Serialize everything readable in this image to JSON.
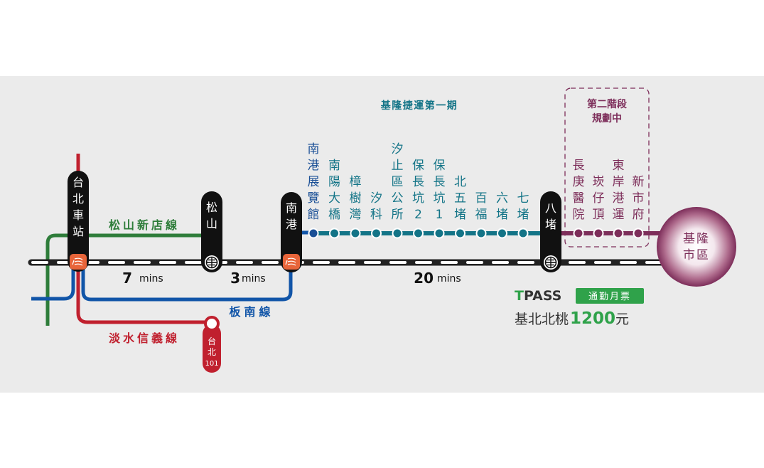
{
  "colors": {
    "green": "#2e7d3a",
    "blue": "#1155a8",
    "red": "#c0202e",
    "teal": "#137487",
    "navy": "#1a4f96",
    "plum": "#7d2e5a",
    "black": "#111111",
    "tpass_green": "#2fa24a",
    "orange": "#e8653a"
  },
  "title_phase1": "基隆捷運第一期",
  "phase2_box": {
    "line1": "第二階段",
    "line2": "規劃中"
  },
  "lines": {
    "songshan_xindian": "松山新店線",
    "bannan": "板南線",
    "tamsui_xinyi": "淡水信義線"
  },
  "hub_stations": [
    {
      "name": "台北車站",
      "chars": [
        "台",
        "北",
        "車",
        "站"
      ],
      "icon": "hsr-icon"
    },
    {
      "name": "松山",
      "chars": [
        "松",
        "山"
      ],
      "icon": "tra-icon"
    },
    {
      "name": "南港",
      "chars": [
        "南",
        "港"
      ],
      "icon": "hsr-icon"
    },
    {
      "name": "八堵",
      "chars": [
        "八",
        "堵"
      ],
      "icon": "tra-icon"
    }
  ],
  "taipei101": {
    "chars": [
      "台",
      "北"
    ],
    "num": "101"
  },
  "travel_times": [
    {
      "num": "7",
      "unit": "mins"
    },
    {
      "num": "3",
      "unit": "mins"
    },
    {
      "num": "20",
      "unit": "mins"
    }
  ],
  "phase1_stations": [
    {
      "chars": [
        "南",
        "港",
        "展",
        "覽",
        "館"
      ]
    },
    {
      "chars": [
        "南",
        "陽",
        "大",
        "橋"
      ]
    },
    {
      "chars": [
        "樟",
        "樹",
        "灣"
      ]
    },
    {
      "chars": [
        "汐",
        "科"
      ]
    },
    {
      "chars": [
        "汐",
        "止",
        "區",
        "公",
        "所"
      ]
    },
    {
      "chars": [
        "保",
        "長",
        "坑",
        "2"
      ]
    },
    {
      "chars": [
        "保",
        "長",
        "坑",
        "1"
      ]
    },
    {
      "chars": [
        "北",
        "五",
        "堵"
      ]
    },
    {
      "chars": [
        "百",
        "福"
      ]
    },
    {
      "chars": [
        "六",
        "堵"
      ]
    },
    {
      "chars": [
        "七",
        "堵"
      ]
    }
  ],
  "phase2_stations": [
    {
      "chars": [
        "長",
        "庚",
        "醫",
        "院"
      ]
    },
    {
      "chars": [
        "崁",
        "仔",
        "頂"
      ]
    },
    {
      "chars": [
        "東",
        "岸",
        "港",
        "運"
      ]
    },
    {
      "chars": [
        "新",
        "市",
        "府"
      ]
    }
  ],
  "terminus": {
    "line1": "基隆",
    "line2": "市區"
  },
  "tpass": {
    "brand_t": "T",
    "brand_rest": "PASS",
    "badge": "通勤月票",
    "region": "基北北桃",
    "price": "1200",
    "currency": "元"
  }
}
